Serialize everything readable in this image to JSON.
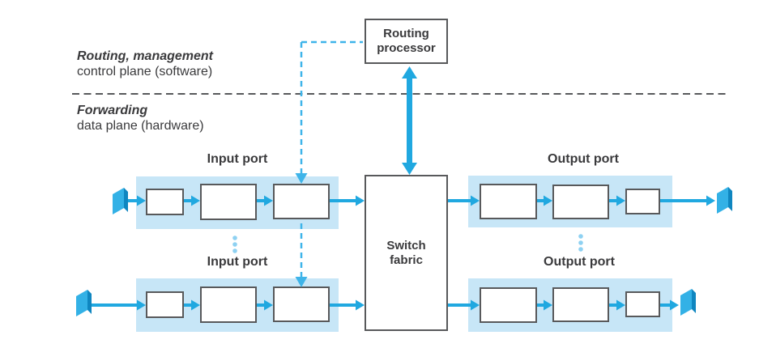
{
  "figure": {
    "control_plane": {
      "line1": "Routing, management",
      "line2": "control plane (software)"
    },
    "data_plane": {
      "line1": "Forwarding",
      "line2": "data plane (hardware)"
    },
    "routing_processor": {
      "line1": "Routing",
      "line2": "processor"
    },
    "switch_fabric": {
      "line1": "Switch",
      "line2": "fabric"
    },
    "input_port_label": "Input port",
    "output_port_label": "Output port"
  },
  "colors": {
    "arrow_blue": "#20a8e0",
    "dashed_blue": "#3eb4e9",
    "band_fill": "#c7e6f7",
    "link_face": "#33b1e6",
    "link_edge": "#0f86c0",
    "box_border": "#58595b",
    "separator_gray": "#58595b",
    "text": "#3a3a3c",
    "dots": "#8ed1f2"
  }
}
